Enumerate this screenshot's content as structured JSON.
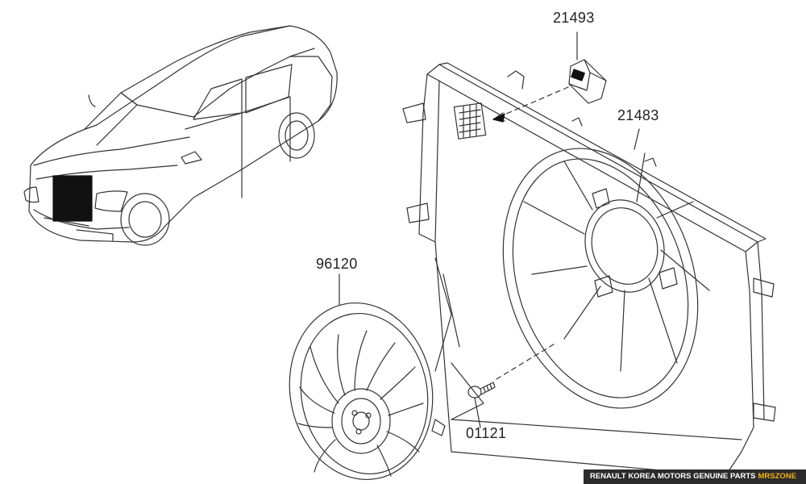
{
  "diagram": {
    "parts": [
      {
        "number": "21493",
        "name": "fan-resistor"
      },
      {
        "number": "21483",
        "name": "fan-shroud"
      },
      {
        "number": "96120",
        "name": "cooling-fan"
      },
      {
        "number": "01121",
        "name": "screw"
      }
    ],
    "colors": {
      "line": "#333333",
      "background": "#ffffff",
      "marker": "#111111",
      "watermark_bg": "#2b2b2b",
      "watermark_accent": "#f2b21a"
    }
  },
  "watermark": {
    "main": "RENAULT KOREA MOTORS GENUINE PARTS",
    "accent": "MRSZONE"
  }
}
